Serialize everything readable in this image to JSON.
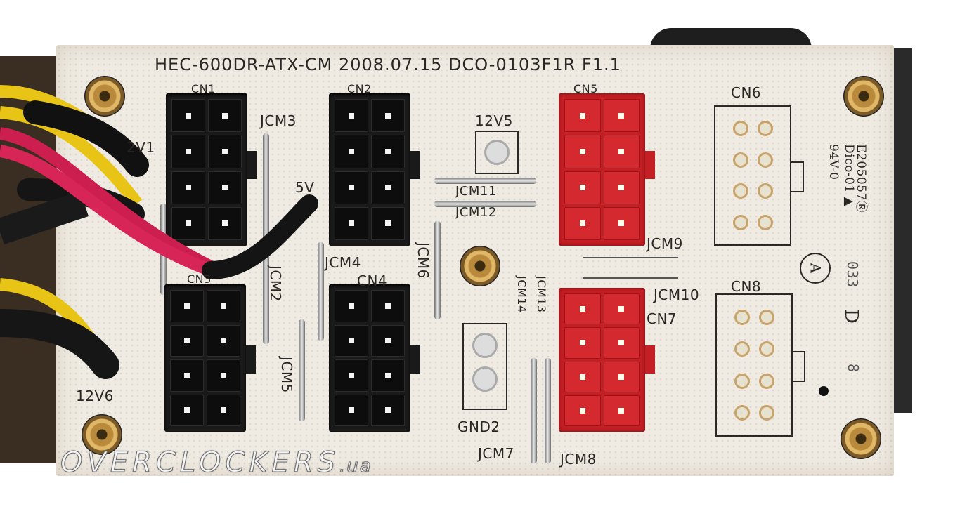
{
  "board": {
    "title": "HEC-600DR-ATX-CM 2008.07.15 DCO-0103F1R  F1.1",
    "side_marking": [
      "E205057Ⓡ",
      "Dico-01 ▲",
      "94V-0"
    ],
    "circle_mark": "A",
    "d_mark": "D",
    "codes": [
      "033",
      "8"
    ]
  },
  "connectors": {
    "cn1": "CN1",
    "cn2": "CN2",
    "cn3": "CN3",
    "cn4": "CN4",
    "cn5": "CN5",
    "cn6": "CN6",
    "cn7": "CN7",
    "cn8": "CN8"
  },
  "jumpers": {
    "jcm2": "JCM2",
    "jcm3": "JCM3",
    "jcm4": "JCM4",
    "jcm5": "JCM5",
    "jcm6": "JCM6",
    "jcm7": "JCM7",
    "jcm8": "JCM8",
    "jcm9": "JCM9",
    "jcm10": "JCM10",
    "jcm11": "JCM11",
    "jcm12": "JCM12",
    "jcm13": "JCM13",
    "jcm14": "JCM14"
  },
  "terminals": {
    "t12v5": "12V5",
    "gnd2": "GND2",
    "t12v6": "12V6",
    "t5v": "5V",
    "t12v1": "2V1"
  },
  "watermark": {
    "main": "OVERCLOCKERS",
    "suffix": ".ua"
  },
  "colors": {
    "board": "#efebe3",
    "red_connector": "#c41f24",
    "black_connector": "#1b1a1a"
  }
}
